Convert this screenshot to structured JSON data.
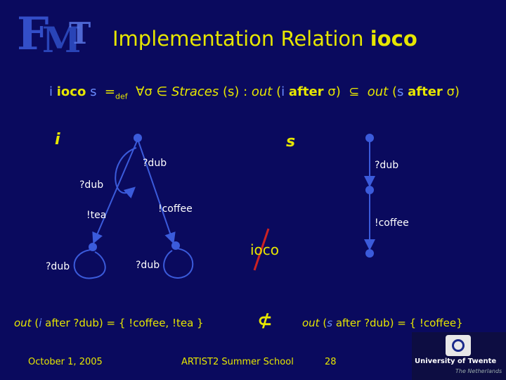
{
  "title": {
    "prefix": "Implementation Relation ",
    "keyword": "ioco"
  },
  "definition": {
    "i": "i",
    "ioco": "ioco",
    "s": "s",
    "eq": "=",
    "def": "def",
    "forall_sigma": "∀σ ∈",
    "straces": "Straces",
    "s_arg": "(s) :",
    "out1": "out",
    "open1": "(",
    "i2": "i",
    "after1": "after",
    "sigma1": "σ)",
    "subset": "⊆",
    "out2": "out",
    "open2": "(",
    "s2": "s",
    "after2": "after",
    "sigma2": "σ)"
  },
  "impl": {
    "name": "i",
    "labels": {
      "dub_top": "?dub",
      "dub_loop": "?dub",
      "tea": "!tea",
      "coffee": "!coffee",
      "dub_left": "?dub",
      "dub_right": "?dub"
    }
  },
  "spec": {
    "name": "s",
    "labels": {
      "dub": "?dub",
      "coffee": "!coffee"
    }
  },
  "relation": {
    "ioco": "ioco",
    "not_subset": "⊄"
  },
  "results": {
    "left": {
      "out": "out",
      "open": "(",
      "var": "i",
      "rest": " after ?dub) = { !coffee, !tea }"
    },
    "right": {
      "out": "out",
      "open": "(",
      "var": "s",
      "rest": " after ?dub) = { !coffee}"
    }
  },
  "footer": {
    "date": "October 1, 2005",
    "event": "ARTIST2 Summer School",
    "page": "28"
  },
  "logo": {
    "letters": "FMT",
    "university": "University of Twente",
    "country": "The Netherlands"
  },
  "colors": {
    "background": "#0a0a5e",
    "accent": "#e6e600",
    "node": "#3b5bdb",
    "strike": "#cc2222"
  }
}
